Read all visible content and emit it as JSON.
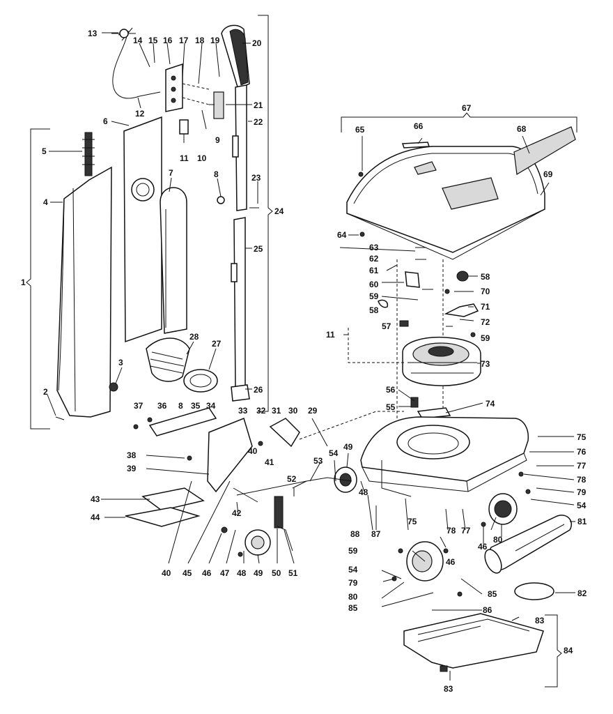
{
  "diagram": {
    "labels": [
      "1",
      "2",
      "3",
      "4",
      "5",
      "6",
      "7",
      "8",
      "9",
      "10",
      "11",
      "12",
      "13",
      "14",
      "15",
      "16",
      "17",
      "18",
      "19",
      "20",
      "21",
      "22",
      "23",
      "24",
      "25",
      "26",
      "27",
      "28",
      "29",
      "30",
      "31",
      "32",
      "33",
      "34",
      "35",
      "36",
      "37",
      "38",
      "39",
      "40",
      "41",
      "42",
      "43",
      "44",
      "45",
      "46",
      "47",
      "48",
      "49",
      "50",
      "51",
      "52",
      "53",
      "54",
      "55",
      "56",
      "57",
      "58",
      "59",
      "60",
      "61",
      "62",
      "63",
      "64",
      "65",
      "66",
      "67",
      "68",
      "69",
      "70",
      "71",
      "72",
      "73",
      "74",
      "75",
      "76",
      "77",
      "78",
      "79",
      "80",
      "81",
      "82",
      "83",
      "84",
      "85",
      "86",
      "87",
      "88"
    ]
  }
}
